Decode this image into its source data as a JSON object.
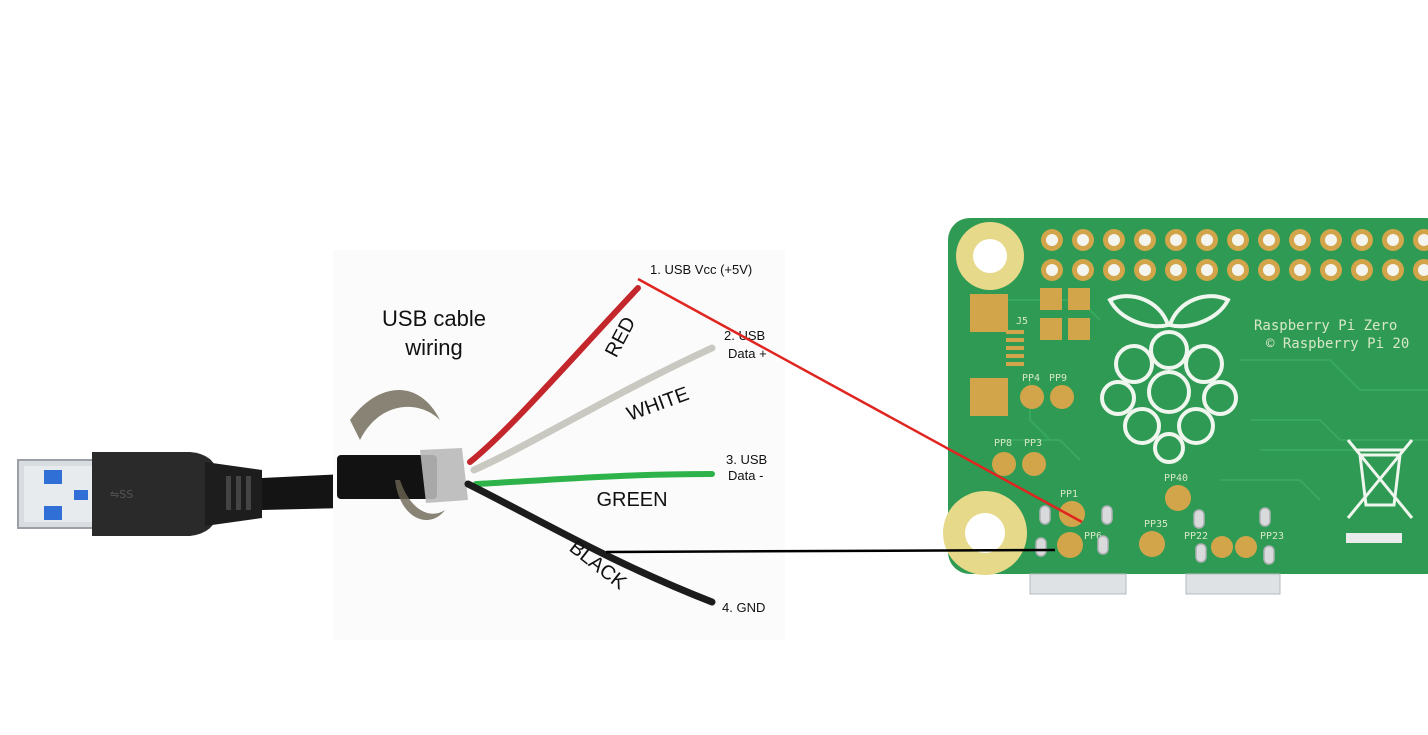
{
  "title": {
    "line1": "USB cable",
    "line2": "wiring"
  },
  "wire_colors": {
    "red": "RED",
    "white": "WHITE",
    "green": "GREEN",
    "black": "BLACK"
  },
  "pins": {
    "vcc": "1. USB Vcc (+5V)",
    "data_plus_1": "2. USB",
    "data_plus_2": "Data +",
    "data_minus_1": "3. USB",
    "data_minus_2": "Data -",
    "gnd": "4. GND"
  },
  "pcb": {
    "name": "Raspberry Pi Zero",
    "copyright": "© Raspberry Pi 20",
    "labels": {
      "j5": "J5",
      "pp4": "PP4",
      "pp9": "PP9",
      "pp8": "PP8",
      "pp3": "PP3",
      "pp1": "PP1",
      "pp6": "PP6",
      "pp40": "PP40",
      "pp35": "PP35",
      "pp22": "PP22",
      "pp23": "PP23"
    }
  },
  "colors": {
    "pcb_green": "#2f9a54",
    "pad_gold": "#d2a54a",
    "connection_red": "#e0241f",
    "connection_black": "#000000"
  }
}
